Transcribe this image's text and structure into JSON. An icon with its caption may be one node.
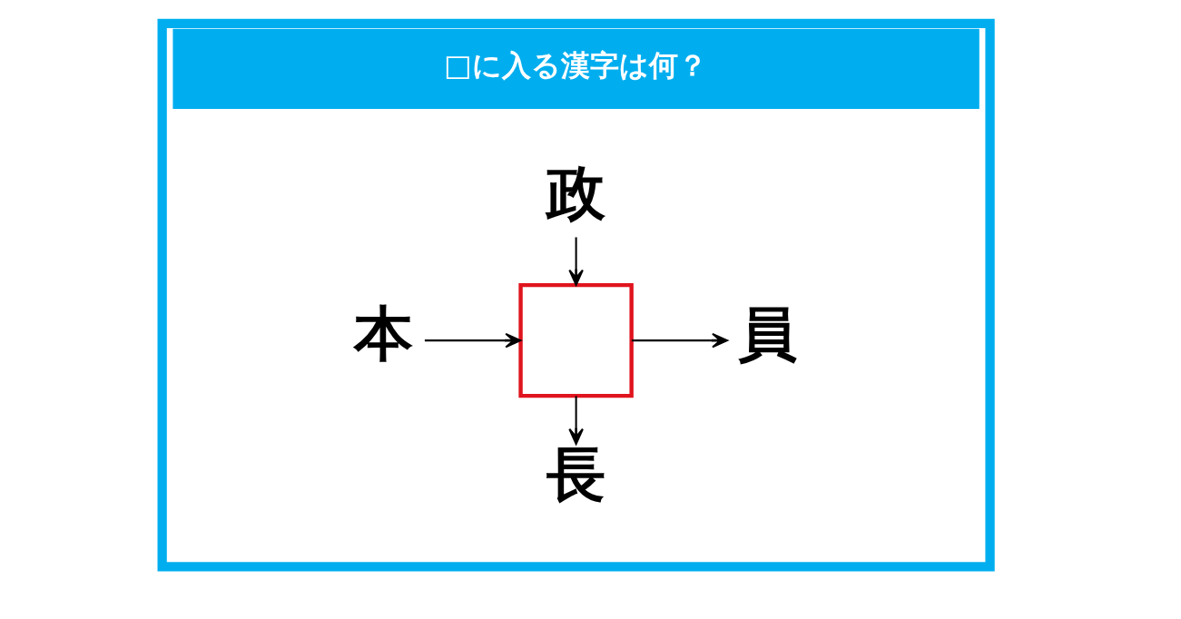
{
  "diagram": {
    "nodes": [
      {
        "text": [
          "□に入る漢字は何？"
        ]
      },
      {
        "text": [
          "政"
        ],
        "in": 0
      },
      {
        "text": [
          "本"
        ],
        "in": 0
      },
      {
        "text": [],
        "shape": "box",
        "in": 0
      },
      {
        "text": [
          "員"
        ],
        "in": 0
      },
      {
        "text": [
          "長"
        ],
        "in": 0
      }
    ],
    "edges": [
      {
        "from": 1,
        "to": 3,
        "arrow": "to"
      },
      {
        "from": 2,
        "to": 3,
        "arrow": "to"
      },
      {
        "from": 3,
        "to": 4,
        "arrow": "to"
      },
      {
        "from": 3,
        "to": 5,
        "arrow": "to"
      }
    ]
  }
}
